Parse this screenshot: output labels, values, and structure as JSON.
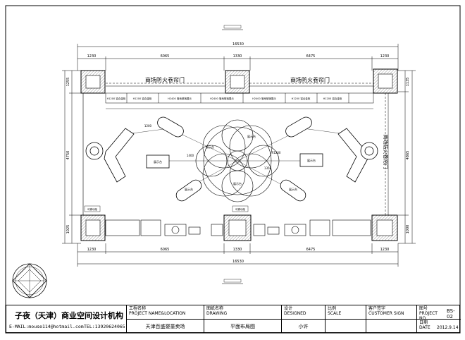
{
  "drawing": {
    "dims_top": [
      "16530",
      "1230",
      "6065",
      "1330",
      "6475",
      "1230"
    ],
    "dims_bottom": [
      "16530",
      "1230",
      "6065",
      "1330",
      "6475",
      "1230"
    ],
    "dims_left": [
      "1255",
      "4750",
      "1025"
    ],
    "dims_right": [
      "1135",
      "4865",
      "1000"
    ],
    "shutter_top_left": "商场防火卷帘门",
    "shutter_top_right": "商场防火卷帘门",
    "shutter_right": "商场防火卷帘门",
    "display_labels": [
      "展示台",
      "展示台",
      "展示台",
      "展示台",
      "展示台",
      "展示台",
      "展示台"
    ],
    "cabinet_top": [
      "H1200 铝合金柜",
      "H1200 铝合金柜",
      "H2400 落地玻璃展示",
      "H2400 落地玻璃展示",
      "H2400 落地玻璃展示",
      "H1200 铝合金柜",
      "H1200 铝合金柜"
    ],
    "bottom_labels": [
      "可移动柜",
      "可移动柜"
    ],
    "radius_labels": [
      "R1200",
      "1400",
      "1350",
      "1200"
    ]
  },
  "title_block": {
    "company": "子夜（天津）商业空间设计机构",
    "email": "E-MAIL:mouse114@hotmail.com",
    "tel": "TEL:13920624065",
    "project_cn": "工程名称",
    "project_en": "PROJECT NAME&LOCATION",
    "project_val": "天津百盛婴童卖场",
    "drawing_cn": "图纸名称",
    "drawing_en": "DRAWING",
    "drawing_val": "平面布局图",
    "design_cn": "设计",
    "design_en": "DESIGNED",
    "design_val": "小许",
    "scale_cn": "比例",
    "scale_en": "SCALE",
    "client_cn": "客户签字",
    "client_en": "CUSTOMER SIGN",
    "no_cn": "图号",
    "no_en": "PROJECT NO.",
    "no_val": "BS-02",
    "date_cn": "日期",
    "date_en": "DATE",
    "date_val": "2012.9.14"
  }
}
